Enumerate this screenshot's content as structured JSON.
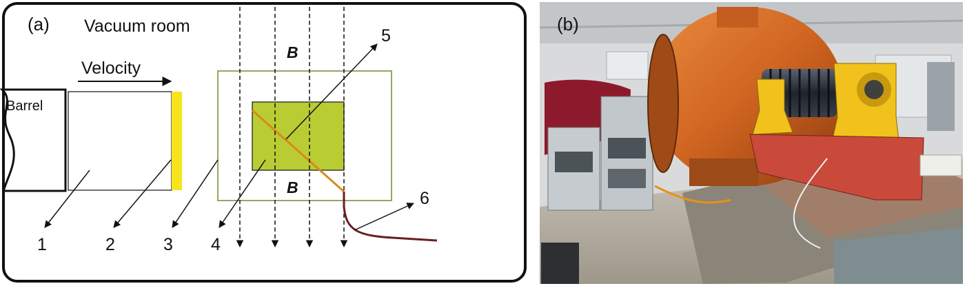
{
  "panel_a": {
    "tag": "(a)",
    "room_label": "Vacuum room",
    "velocity_label": "Velocity",
    "barrel_label": "Barrel",
    "field_label_top": "B",
    "field_label_bottom": "B",
    "callouts": [
      "1",
      "2",
      "3",
      "4",
      "5",
      "6"
    ],
    "colors": {
      "plate": "#f6e51c",
      "target_fill": "#b9cc34",
      "target_outline": "#8fa86a",
      "wire": "#d98a1a",
      "cable": "#6b1d1d"
    }
  },
  "panel_b": {
    "tag": "(b)",
    "colors": {
      "chamber": "#d0651f",
      "coil": "#2b2f38",
      "yoke": "#f2c21c",
      "base": "#c94a3a",
      "cloth": "#8d1a2c"
    }
  }
}
